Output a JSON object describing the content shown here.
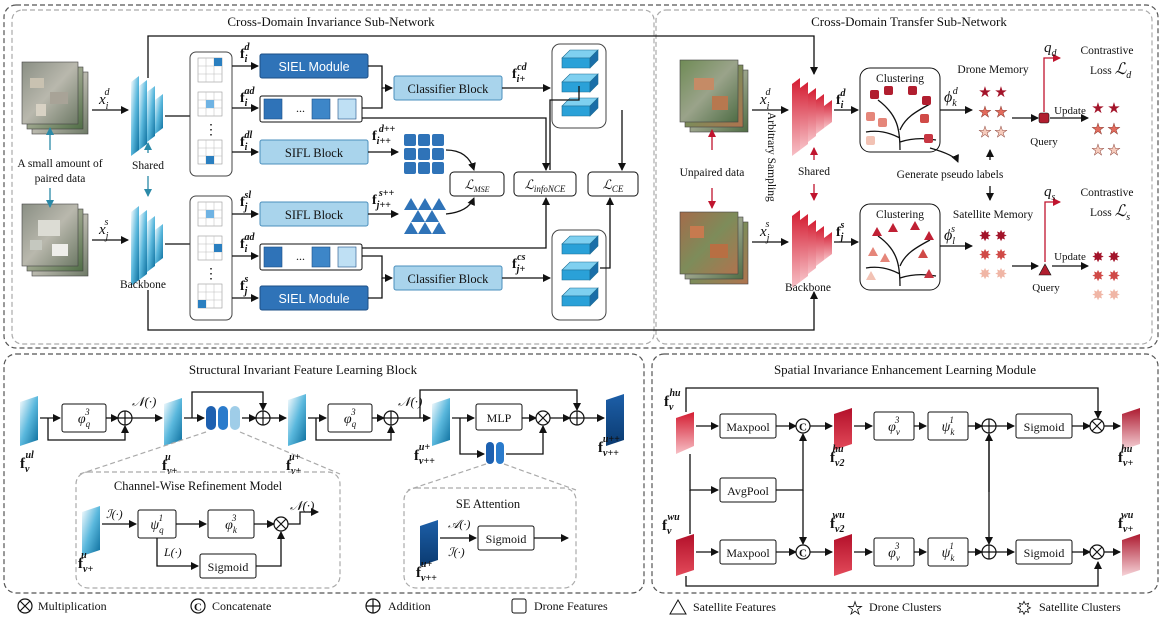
{
  "panels": {
    "cdi": "Cross-Domain Invariance Sub-Network",
    "cdt": "Cross-Domain Transfer Sub-Network",
    "sifl": "Structural Invariant Feature Learning  Block",
    "siel": "Spatial Invariance Enhancement Learning Module",
    "cwr": "Channel-Wise  Refinement Model",
    "se": "SE Attention"
  },
  "cdi": {
    "paired_line1": "A small amount of",
    "paired_line2": "paired data",
    "shared": "Shared",
    "backbone": "Backbone",
    "xd": "x",
    "xd_sub": "i",
    "xd_sup": "d",
    "xs": "x",
    "xs_sub": "j",
    "xs_sup": "s",
    "siel_module": "SIEL Module",
    "sifl_block": "SIFL Block",
    "classifier_block": "Classifier Block",
    "ellipsis": "...",
    "vdots": "⋮",
    "f": "f",
    "sub_i": "i",
    "sub_j": "j",
    "sub_ipp": "i++",
    "sub_jpp": "j++",
    "sub_iplus": "i+",
    "sub_jplus": "j+",
    "sup_d": "d",
    "sup_ad": "ad",
    "sup_dl": "dl",
    "sup_dpp": "d++",
    "sup_sl": "sl",
    "sup_spp": "s++",
    "sup_s": "s",
    "sup_cd": "cd",
    "sup_cs": "cs",
    "loss_L": "ℒ",
    "loss_mse": "MSE",
    "loss_info": "infoNCE",
    "loss_ce": "CE"
  },
  "cdt": {
    "unpaired": "Unpaired data",
    "arbitrary": "Arbitrary Sampling",
    "shared": "Shared",
    "backbone": "Backbone",
    "clustering": "Clustering",
    "drone_memory": "Drone Memory",
    "satellite_memory": "Satellite Memory",
    "generate": "Generate pseudo labels",
    "query": "Query",
    "update": "Update",
    "contrastive": "Contrastive",
    "loss": "Loss",
    "loss_L": "ℒ",
    "sub_d": "d",
    "sub_s": "s",
    "q": "q",
    "phi": "ϕ",
    "phi_sub_k": "k",
    "phi_sub_l": "l"
  },
  "sifl": {
    "phi_q": "φ",
    "sub_q": "q",
    "sup_3": "3",
    "N": "𝒩(·)",
    "mlp": "MLP",
    "f": "f",
    "sub_v": "v",
    "sub_vp": "v+",
    "sub_vpp": "v++",
    "sup_ul": "ul",
    "sup_u": "u",
    "sup_uplus": "u+",
    "sup_upp": "u++"
  },
  "cwr": {
    "I": "ℐ(·)",
    "L": "L(·)",
    "psi": "ψ",
    "phi": "φ",
    "sub_q": "q",
    "sub_k": "k",
    "sup_1": "1",
    "sup_3": "3",
    "sigmoid": "Sigmoid",
    "N": "𝒩(·)",
    "f": "f",
    "sub_vp": "v+",
    "sup_u": "u"
  },
  "se": {
    "A": "𝒜(·)",
    "I": "ℐ(·)",
    "sigmoid": "Sigmoid",
    "f": "f",
    "sub_vpp": "v++",
    "sup_uplus": "u+"
  },
  "siel": {
    "maxpool": "Maxpool",
    "avgpool": "AvgPool",
    "sigmoid": "Sigmoid",
    "concat": "C",
    "phi": "φ",
    "psi": "ψ",
    "sub_v": "v",
    "sub_k": "k",
    "sup_3": "3",
    "sup_1": "1",
    "f": "f",
    "sup_hu": "hu",
    "sup_wu": "wu",
    "sub_v2": "v2",
    "sub_vp": "v+"
  },
  "legend": {
    "multiplication": "Multiplication",
    "concatenate": "Concatenate",
    "addition": "Addition",
    "drone_features": "Drone Features",
    "satellite_features": "Satellite Features",
    "drone_clusters": "Drone Clusters",
    "satellite_clusters": "Satellite Clusters"
  }
}
